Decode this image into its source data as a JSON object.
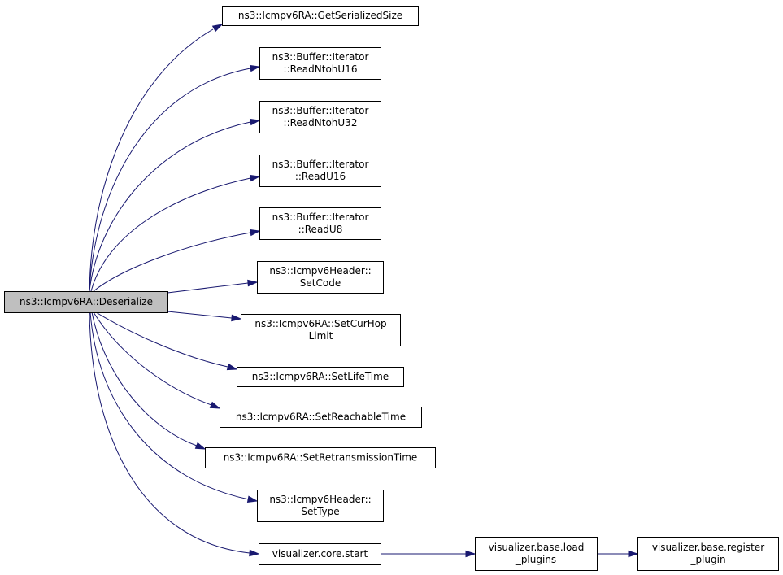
{
  "colors": {
    "edge": "#191970",
    "root_fill": "#bfbfbf",
    "node_fill": "#ffffff",
    "node_border": "#000000"
  },
  "root": {
    "id": "deserialize",
    "lines": [
      "ns3::Icmpv6RA::Deserialize"
    ]
  },
  "nodes": [
    {
      "id": "get-serialized-size",
      "lines": [
        "ns3::Icmpv6RA::GetSerializedSize"
      ]
    },
    {
      "id": "read-ntoh-u16",
      "lines": [
        "ns3::Buffer::Iterator",
        "::ReadNtohU16"
      ]
    },
    {
      "id": "read-ntoh-u32",
      "lines": [
        "ns3::Buffer::Iterator",
        "::ReadNtohU32"
      ]
    },
    {
      "id": "read-u16",
      "lines": [
        "ns3::Buffer::Iterator",
        "::ReadU16"
      ]
    },
    {
      "id": "read-u8",
      "lines": [
        "ns3::Buffer::Iterator",
        "::ReadU8"
      ]
    },
    {
      "id": "set-code",
      "lines": [
        "ns3::Icmpv6Header::",
        "SetCode"
      ]
    },
    {
      "id": "set-cur-hop-limit",
      "lines": [
        "ns3::Icmpv6RA::SetCurHop",
        "Limit"
      ]
    },
    {
      "id": "set-life-time",
      "lines": [
        "ns3::Icmpv6RA::SetLifeTime"
      ]
    },
    {
      "id": "set-reachable-time",
      "lines": [
        "ns3::Icmpv6RA::SetReachableTime"
      ]
    },
    {
      "id": "set-retransmission-time",
      "lines": [
        "ns3::Icmpv6RA::SetRetransmissionTime"
      ]
    },
    {
      "id": "set-type",
      "lines": [
        "ns3::Icmpv6Header::",
        "SetType"
      ]
    },
    {
      "id": "visualizer-core-start",
      "lines": [
        "visualizer.core.start"
      ]
    },
    {
      "id": "visualizer-base-load-plugins",
      "lines": [
        "visualizer.base.load",
        "_plugins"
      ]
    },
    {
      "id": "visualizer-base-register-plugin",
      "lines": [
        "visualizer.base.register",
        "_plugin"
      ]
    }
  ],
  "edges": [
    {
      "from": "deserialize",
      "to": "get-serialized-size"
    },
    {
      "from": "deserialize",
      "to": "read-ntoh-u16"
    },
    {
      "from": "deserialize",
      "to": "read-ntoh-u32"
    },
    {
      "from": "deserialize",
      "to": "read-u16"
    },
    {
      "from": "deserialize",
      "to": "read-u8"
    },
    {
      "from": "deserialize",
      "to": "set-code"
    },
    {
      "from": "deserialize",
      "to": "set-cur-hop-limit"
    },
    {
      "from": "deserialize",
      "to": "set-life-time"
    },
    {
      "from": "deserialize",
      "to": "set-reachable-time"
    },
    {
      "from": "deserialize",
      "to": "set-retransmission-time"
    },
    {
      "from": "deserialize",
      "to": "set-type"
    },
    {
      "from": "deserialize",
      "to": "visualizer-core-start"
    },
    {
      "from": "visualizer-core-start",
      "to": "visualizer-base-load-plugins"
    },
    {
      "from": "visualizer-base-load-plugins",
      "to": "visualizer-base-register-plugin"
    }
  ]
}
